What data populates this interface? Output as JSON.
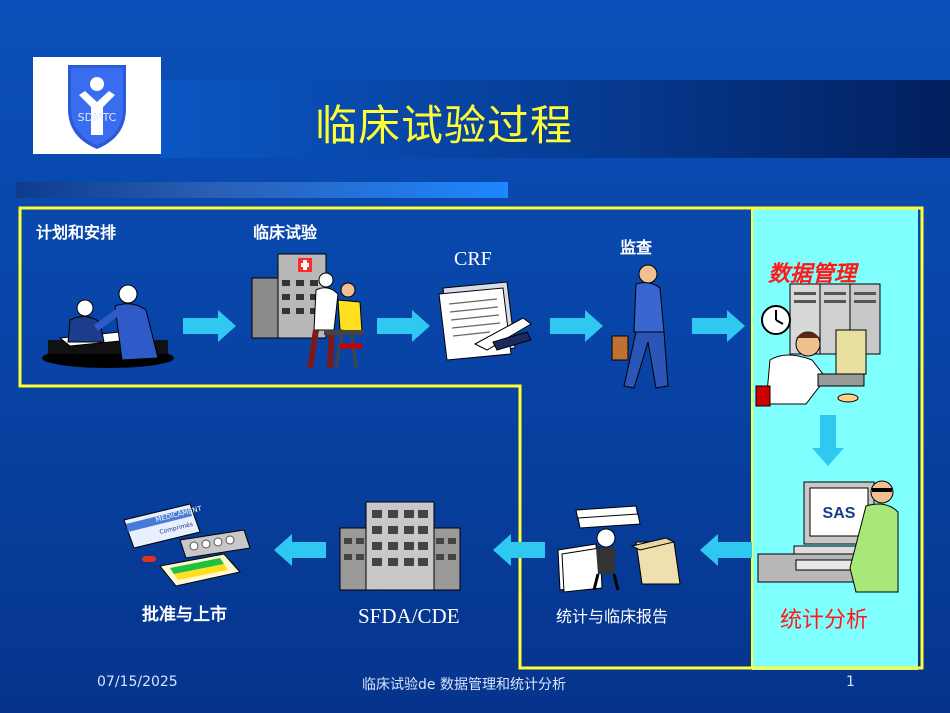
{
  "slide": {
    "title": "临床试验过程",
    "logo_text": "SDMTC",
    "steps": {
      "plan": "计划和安排",
      "trial": "临床试验",
      "crf": "CRF",
      "monitor": "监查",
      "data_mgmt": "数据管理",
      "stats": "统计分析",
      "report": "统计与临床报告",
      "sfda": "SFDA/CDE",
      "approval": "批准与上市"
    },
    "icons": {
      "sas": "SAS",
      "medicament": "MEDICAMENT",
      "comprimes": "Comprimés"
    }
  },
  "footer": {
    "date": "07/15/2025",
    "center": "临床试验de 数据管理和统计分析",
    "page": "1"
  },
  "colors": {
    "background": "#0845a8",
    "title": "#ffff33",
    "arrow": "#2ec8f0",
    "path": "#ffff33",
    "panel": "#80ffff",
    "red_label": "#ff1a1a"
  }
}
